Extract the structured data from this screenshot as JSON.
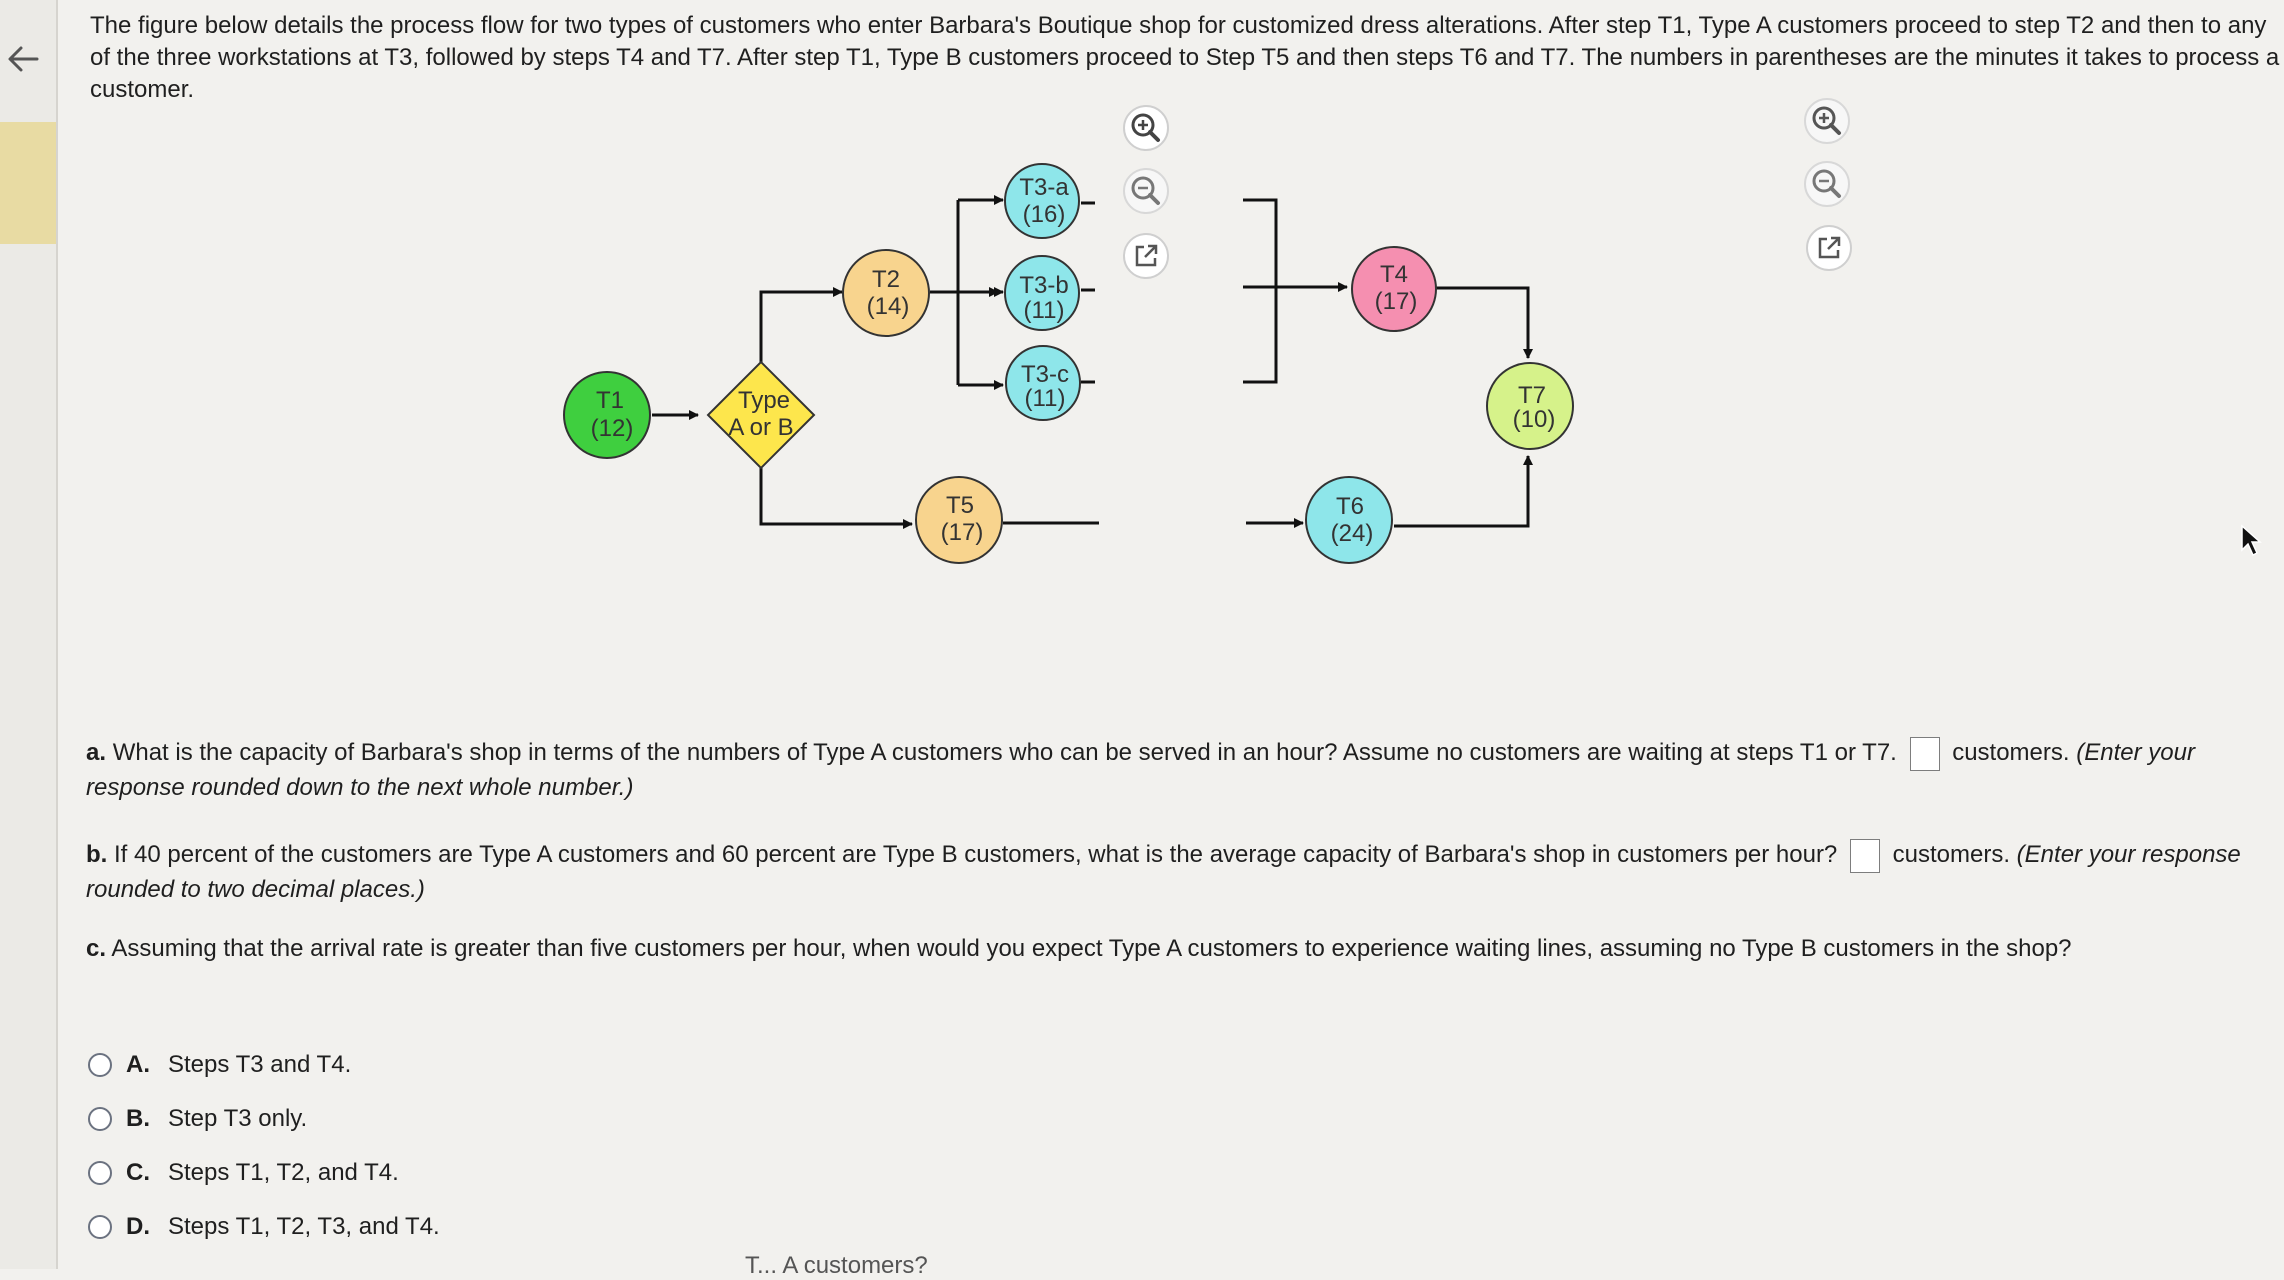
{
  "intro_text": "The figure below details the process flow for two types of customers who enter Barbara's Boutique shop for customized dress alterations. After step T1, Type A customers proceed to step T2 and then to any of the three workstations at T3, followed by steps T4 and T7. After step T1, Type B customers proceed to Step T5 and then steps T6 and T7. The numbers in parentheses are the minutes it takes to process a customer.",
  "nodes": {
    "t1": {
      "name": "T1",
      "time": "(12)"
    },
    "decision": {
      "line1": "Type",
      "line2": "A or B"
    },
    "t2": {
      "name": "T2",
      "time": "(14)"
    },
    "t3a": {
      "name": "T3-a",
      "time": "(16)"
    },
    "t3b": {
      "name": "T3-b",
      "time": "(11)"
    },
    "t3c": {
      "name": "T3-c",
      "time": "(11)"
    },
    "t4": {
      "name": "T4",
      "time": "(17)"
    },
    "t5": {
      "name": "T5",
      "time": "(17)"
    },
    "t6": {
      "name": "T6",
      "time": "(24)"
    },
    "t7": {
      "name": "T7",
      "time": "(10)"
    }
  },
  "colors": {
    "green": "#3fcf3f",
    "yellow": "#fde64c",
    "tan": "#f8d48e",
    "cyan": "#8ee6ea",
    "pink": "#f58fb0",
    "lime": "#d6f28a"
  },
  "icons": [
    "zoom-in-icon",
    "zoom-out-icon",
    "external-link-icon",
    "back-arrow-icon"
  ],
  "question_a": {
    "label": "a.",
    "text": "What is the capacity of Barbara's shop in terms of the numbers of Type A customers who can be served in an hour? Assume no customers are waiting at steps T1 or T7.",
    "unit": "customers.",
    "note": "(Enter your response rounded down to the next whole number.)"
  },
  "question_b": {
    "label": "b.",
    "text": "If 40 percent of the customers are Type A customers and 60 percent are Type B customers, what is the average capacity of Barbara's shop in customers per hour?",
    "unit": "customers.",
    "note": "(Enter your response rounded to two decimal places.)"
  },
  "question_c": {
    "label": "c.",
    "text": "Assuming that the arrival rate is greater than five customers per hour, when would you expect Type A customers to experience waiting lines, assuming no Type B customers in the shop?"
  },
  "options": [
    {
      "letter": "A.",
      "text": "Steps T3 and T4."
    },
    {
      "letter": "B.",
      "text": "Step T3 only."
    },
    {
      "letter": "C.",
      "text": "Steps T1, T2, and T4."
    },
    {
      "letter": "D.",
      "text": "Steps T1, T2, T3, and T4."
    }
  ],
  "cutoff_text": "T... A customers?"
}
